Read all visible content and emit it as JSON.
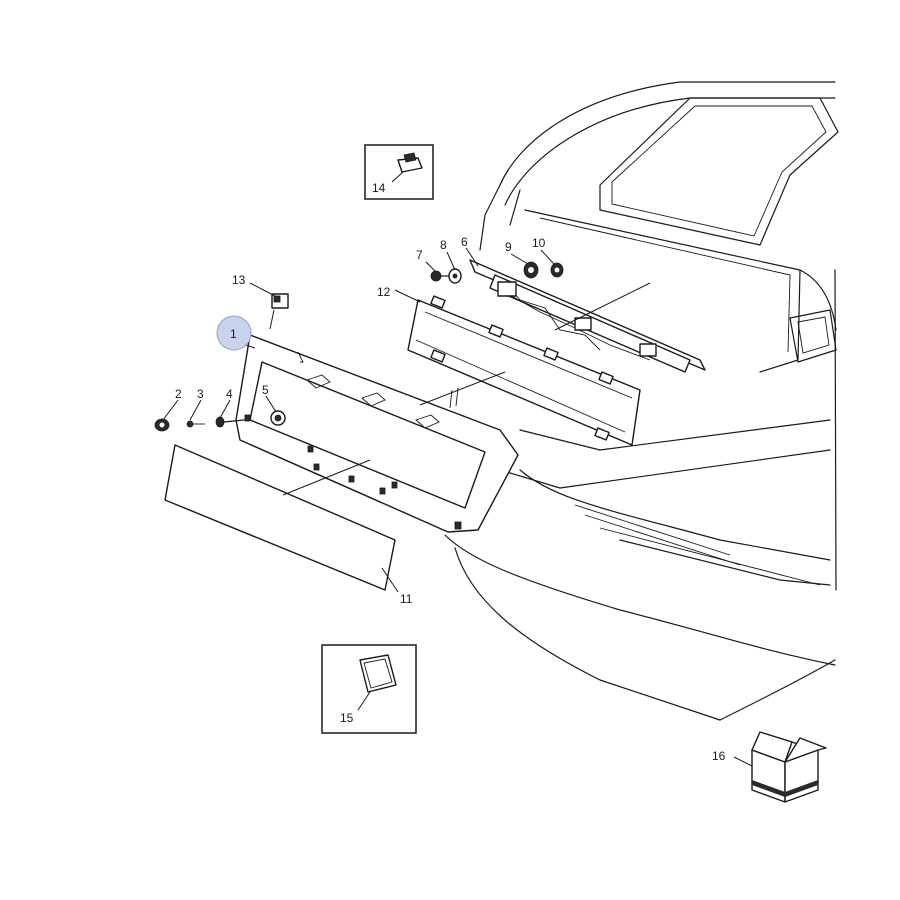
{
  "callouts": {
    "c1": "1",
    "c2": "2",
    "c3": "3",
    "c4": "4",
    "c5": "5",
    "c6": "6",
    "c7": "7",
    "c8": "8",
    "c9": "9",
    "c10": "10",
    "c11": "11",
    "c12": "12",
    "c13": "13",
    "c14": "14",
    "c15": "15",
    "c16": "16"
  },
  "colors": {
    "highlight_fill": "#c9d4ea",
    "highlight_stroke": "#8fa3cc",
    "line": "#1a1a1a"
  },
  "selected_callout": "1"
}
